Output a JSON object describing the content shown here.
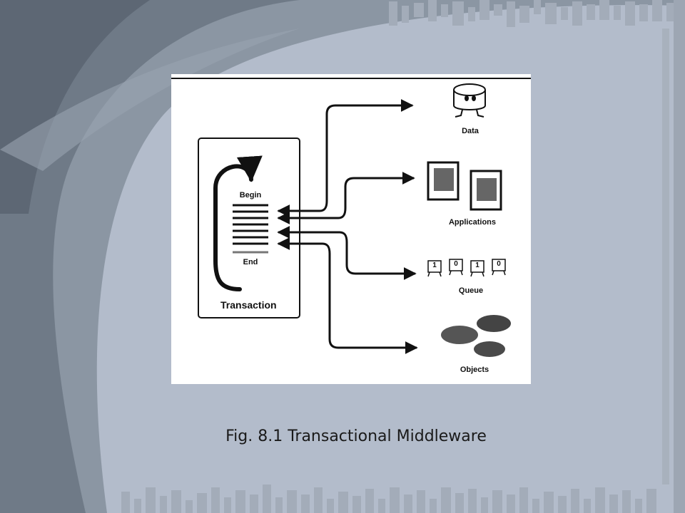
{
  "slide": {
    "caption": "Fig. 8.1 Transactional Middleware"
  },
  "diagram": {
    "transaction": {
      "title": "Transaction",
      "begin_label": "Begin",
      "end_label": "End"
    },
    "resources": [
      {
        "label": "Data",
        "icon": "database-icon"
      },
      {
        "label": "Applications",
        "icon": "applications-icon"
      },
      {
        "label": "Queue",
        "icon": "queue-icon"
      },
      {
        "label": "Objects",
        "icon": "objects-icon"
      }
    ],
    "queue_values": [
      "1",
      "0",
      "1",
      "0"
    ]
  }
}
